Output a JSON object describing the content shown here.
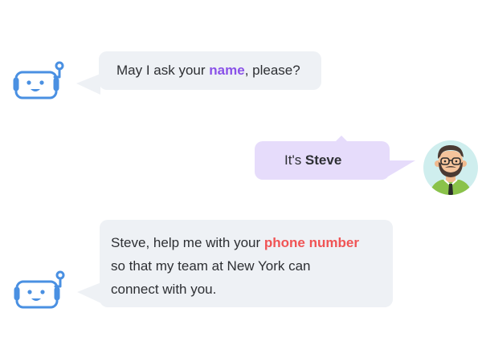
{
  "messages": [
    {
      "sender": "bot",
      "avatar_icon": "robot-icon",
      "text_before": "May I ask your ",
      "highlight": "name",
      "text_after": ", please?",
      "highlight_color": "#8a52e8"
    },
    {
      "sender": "user",
      "avatar_icon": "user-avatar",
      "text_before": "It's ",
      "highlight": "Steve",
      "text_after": ""
    },
    {
      "sender": "bot",
      "avatar_icon": "robot-icon",
      "line1_before": "Steve, help me with your ",
      "highlight": "phone number",
      "line2": "so that my team at New York can",
      "line3": "connect with you.",
      "highlight_color": "#f05455"
    }
  ],
  "colors": {
    "bot_bubble": "#eef1f5",
    "user_bubble": "#e6dcfb",
    "robot_stroke": "#4a90e2",
    "accent_purple": "#8a52e8",
    "accent_red": "#f05455"
  }
}
